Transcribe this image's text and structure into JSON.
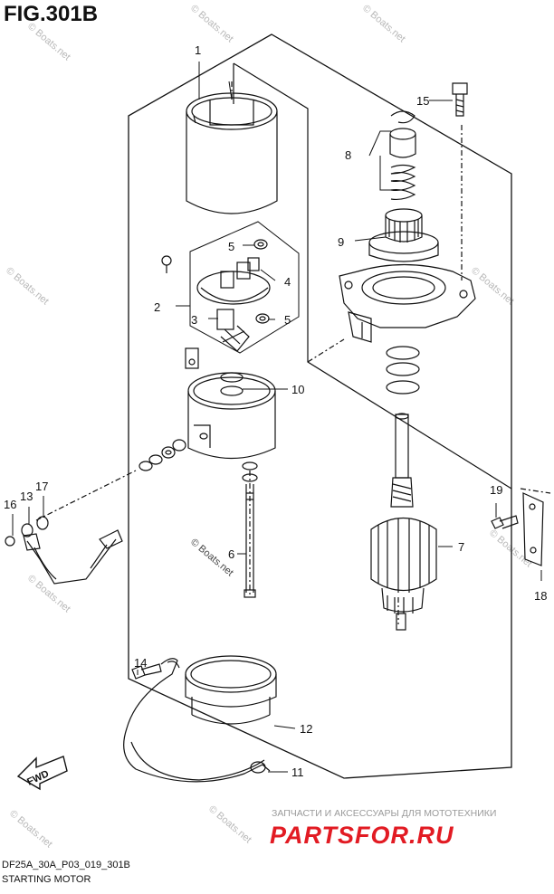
{
  "figure": {
    "title": "FIG.301B"
  },
  "callouts": {
    "c1": "1",
    "c2": "2",
    "c3": "3",
    "c4": "4",
    "c5a": "5",
    "c5b": "5",
    "c6": "6",
    "c7": "7",
    "c8": "8",
    "c9": "9",
    "c10": "10",
    "c11": "11",
    "c12": "12",
    "c13": "13",
    "c14": "14",
    "c15": "15",
    "c16": "16",
    "c17": "17",
    "c18": "18",
    "c19": "19"
  },
  "fwd_label": "FWD",
  "watermark": "© Boats.net",
  "footer": {
    "code": "DF25A_30A_P03_019_301B",
    "name": "STARTING MOTOR"
  },
  "shop": {
    "tagline": "ЗАПЧАСТИ И АКСЕССУАРЫ ДЛЯ МОТОТЕХНИКИ",
    "logo": "PARTSFOR.RU"
  },
  "colors": {
    "line": "#111111",
    "logo": "#e21b23",
    "watermark": "#b8b8b8"
  }
}
